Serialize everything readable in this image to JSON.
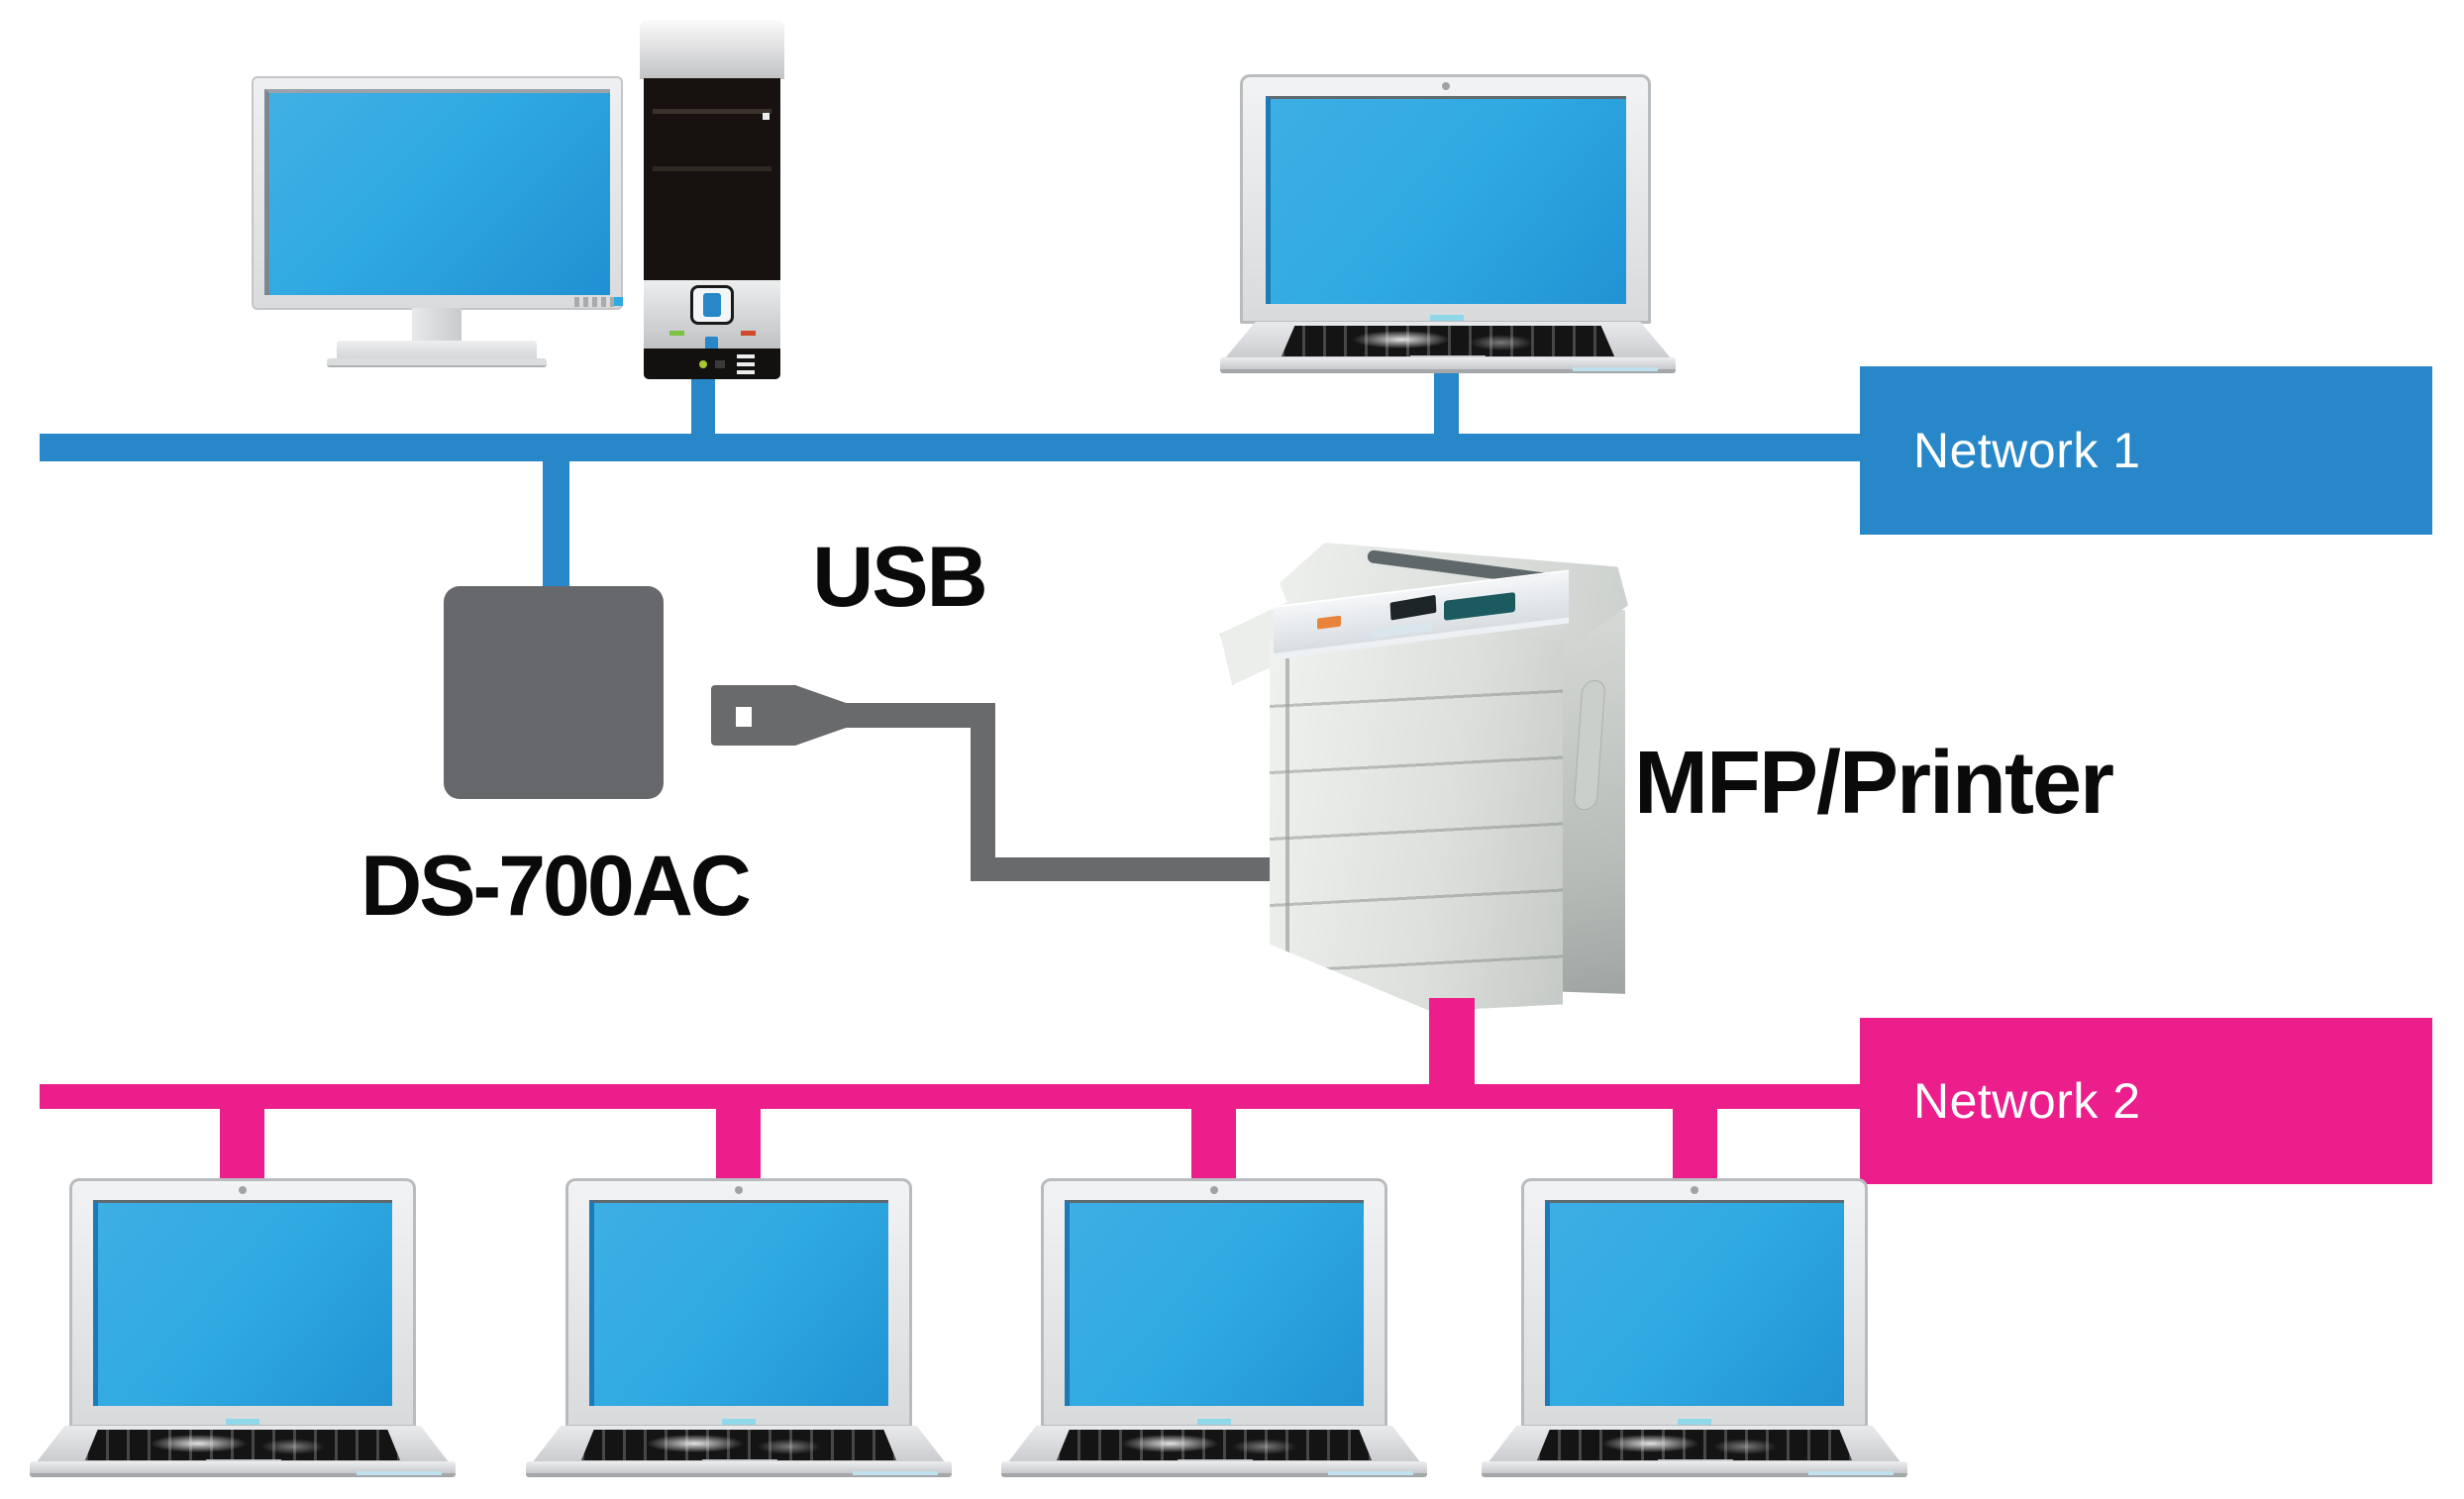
{
  "diagram_type": "network-topology",
  "labels": {
    "network1": "Network 1",
    "network2": "Network 2",
    "usb": "USB",
    "adapter": "DS-700AC",
    "printer": "MFP/Printer"
  },
  "colors": {
    "network1": "#2787C8",
    "network2": "#EB1E8C",
    "cable_gray": "#696A6C",
    "adapter_gray": "#66686B",
    "screen_blue": "#2FA9E1",
    "label_black": "#0A0A0A",
    "network_label_white": "#FFFFFF"
  },
  "nodes": [
    {
      "id": "desktop-pc",
      "icon": "desktop-computer-icon",
      "network": "Network 1"
    },
    {
      "id": "laptop-top",
      "icon": "laptop-icon",
      "network": "Network 1"
    },
    {
      "id": "ds-700ac-adapter",
      "icon": "usb-device-server-icon",
      "label": "DS-700AC",
      "connection": "USB"
    },
    {
      "id": "mfp-printer",
      "icon": "printer-icon",
      "label": "MFP/Printer",
      "network": "Network 2"
    },
    {
      "id": "laptop-1",
      "icon": "laptop-icon",
      "network": "Network 2"
    },
    {
      "id": "laptop-2",
      "icon": "laptop-icon",
      "network": "Network 2"
    },
    {
      "id": "laptop-3",
      "icon": "laptop-icon",
      "network": "Network 2"
    },
    {
      "id": "laptop-4",
      "icon": "laptop-icon",
      "network": "Network 2"
    }
  ]
}
